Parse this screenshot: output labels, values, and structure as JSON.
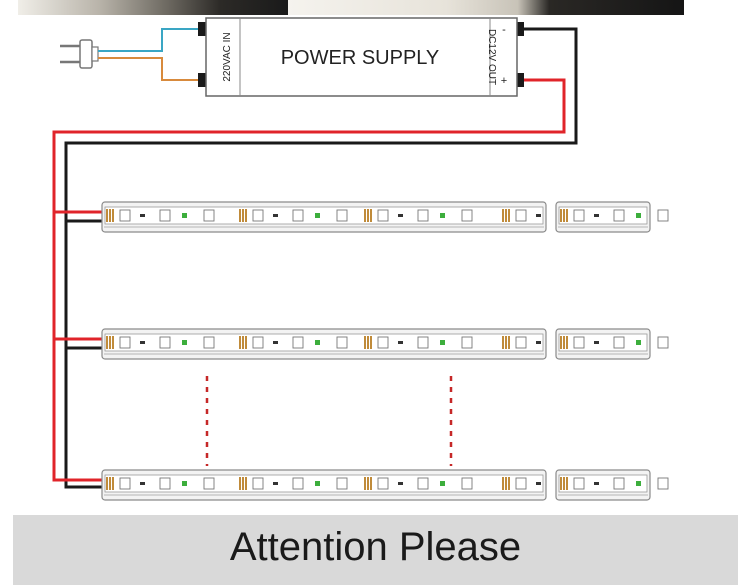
{
  "diagram": {
    "power_supply_label": "POWER SUPPLY",
    "input_label": "220VAC IN",
    "output_label": "DC12V OUT",
    "negative_terminal": "-",
    "positive_terminal": "+"
  },
  "banner": {
    "text": "Attention Please"
  },
  "colors": {
    "positive_wire": "#e0242a",
    "negative_wire": "#1a1a1a",
    "ac_wire_1": "#3aa6c4",
    "ac_wire_2": "#d88a3c",
    "led_chip": "#3cae3c",
    "strip_fill": "#f3f3f3",
    "strip_stroke": "#8a8a8a",
    "banner_bg": "#d9d9d9"
  },
  "icons": [
    "ac-plug-icon"
  ]
}
